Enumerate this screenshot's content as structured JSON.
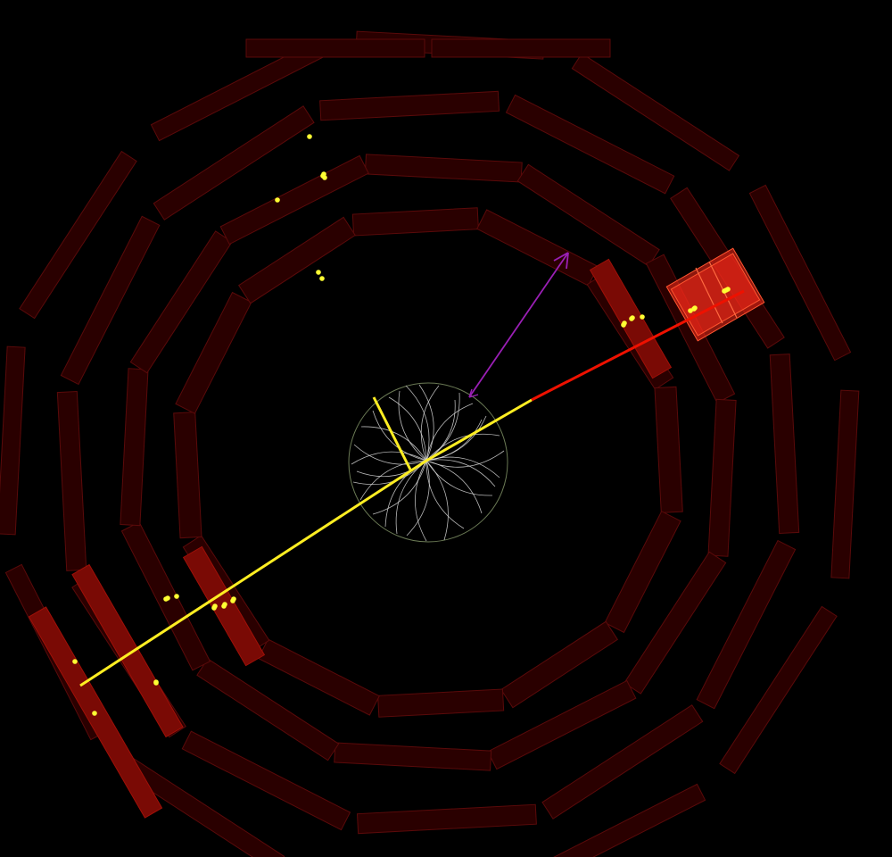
{
  "colors": {
    "background": "#000000",
    "chamber_fill": "#2a0000",
    "chamber_stroke": "#5a0a0a",
    "chamber_hit_fill": "#7a0a05",
    "chamber_hit_stroke": "#a01008",
    "tracker_outline": "#6b7a55",
    "tracker_tracks": "#d8d8d8",
    "hit_points": "#ffff33",
    "muon_track_inner": "#ffee22",
    "muon_track_outer": "#ee1100",
    "calo_deposit_fill": "#ff2a1a",
    "calo_deposit_stroke": "#ff5530",
    "missing_et_arrow": "#9a1fb5"
  },
  "detector": {
    "type": "muon-spectrometer-end-view",
    "rings": 4,
    "sectors_per_ring": 12,
    "highlighted_chambers": 4
  },
  "objects": {
    "muon_tracks": 2,
    "jet_tracks": 1,
    "missing_et_arrows": 1,
    "calo_deposits": 1,
    "muon_chamber_hits": 31
  }
}
